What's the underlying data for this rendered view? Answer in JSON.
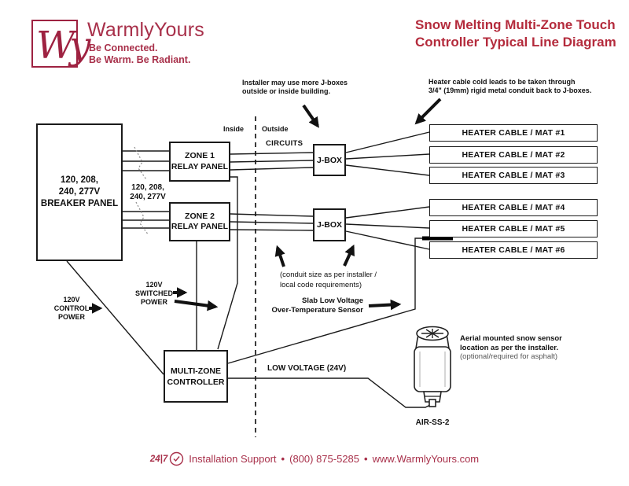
{
  "brand": {
    "logo_monogram": "Wy",
    "name": "WarmlyYours",
    "tagline_1": "Be Connected.",
    "tagline_2": "Be Warm. Be Radiant.",
    "color": "#9e2241"
  },
  "title": {
    "line1": "Snow Melting Multi-Zone Touch",
    "line2": "Controller Typical Line Diagram",
    "color": "#b42b3c"
  },
  "diagram": {
    "boxes": {
      "breaker_panel": {
        "line1": "120, 208,",
        "line2": "240, 277V",
        "line3": "BREAKER PANEL"
      },
      "zone1": {
        "line1": "ZONE 1",
        "line2": "RELAY PANEL"
      },
      "zone2": {
        "line1": "ZONE 2",
        "line2": "RELAY PANEL"
      },
      "jbox1": "J-BOX",
      "jbox2": "J-BOX",
      "controller": {
        "line1": "MULTI-ZONE",
        "line2": "CONTROLLER"
      },
      "heater_mats": [
        "HEATER CABLE / MAT #1",
        "HEATER CABLE / MAT #2",
        "HEATER CABLE / MAT #3",
        "HEATER CABLE / MAT #4",
        "HEATER CABLE / MAT #5",
        "HEATER CABLE / MAT #6"
      ]
    },
    "labels": {
      "inside": "Inside",
      "outside": "Outside",
      "circuits": "CIRCUITS",
      "installer_note_1": "Installer may use more J-boxes",
      "installer_note_2": "outside or inside building.",
      "cold_leads_note_1": "Heater cable cold leads to be taken through",
      "cold_leads_note_2": "3/4\" (19mm) rigid metal conduit back to J-boxes.",
      "bundle_voltage_1": "120, 208,",
      "bundle_voltage_2": "240, 277V",
      "conduit_note_1": "(conduit size as per installer /",
      "conduit_note_2": "local code requirements)",
      "slab_sensor_1": "Slab Low Voltage",
      "slab_sensor_2": "Over-Temperature Sensor",
      "control_power_1": "120V",
      "control_power_2": "CONTROL",
      "control_power_3": "POWER",
      "switched_power_1": "120V",
      "switched_power_2": "SWITCHED",
      "switched_power_3": "POWER",
      "low_voltage": "LOW VOLTAGE (24V)",
      "aerial_note_1": "Aerial mounted snow sensor",
      "aerial_note_2": "location as per the installer.",
      "aerial_note_3": "(optional/required for asphalt)",
      "sensor_model": "AIR-SS-2"
    }
  },
  "footer": {
    "badge": "24|7",
    "support": "Installation Support",
    "separator": "•",
    "phone": "(800) 875-5285",
    "url": "www.WarmlyYours.com"
  }
}
